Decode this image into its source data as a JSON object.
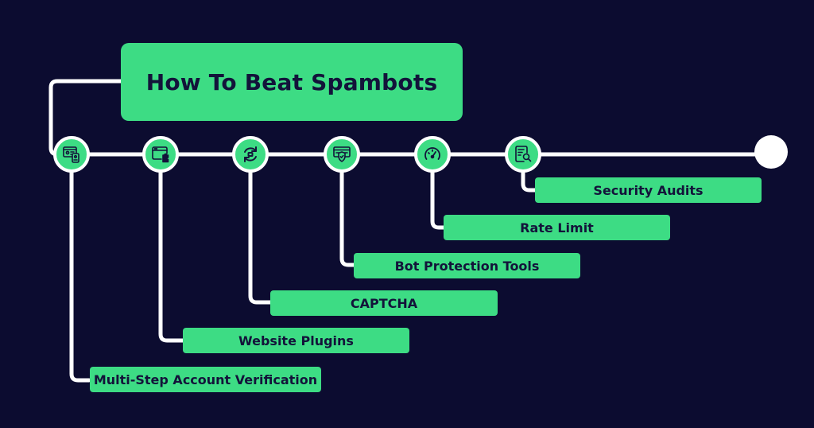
{
  "title": "How To Beat Spambots",
  "steps": [
    {
      "label": "Multi-Step Account Verification",
      "icon": "account-verification-icon"
    },
    {
      "label": "Website Plugins",
      "icon": "browser-plugin-icon"
    },
    {
      "label": "CAPTCHA",
      "icon": "captcha-refresh-icon"
    },
    {
      "label": "Bot Protection Tools",
      "icon": "shield-browser-icon"
    },
    {
      "label": "Rate Limit",
      "icon": "speedometer-icon"
    },
    {
      "label": "Security Audits",
      "icon": "document-search-icon"
    }
  ],
  "colors": {
    "background": "#0c0c30",
    "accent": "#3ddc84",
    "line": "#ffffff",
    "text": "#13133a"
  }
}
